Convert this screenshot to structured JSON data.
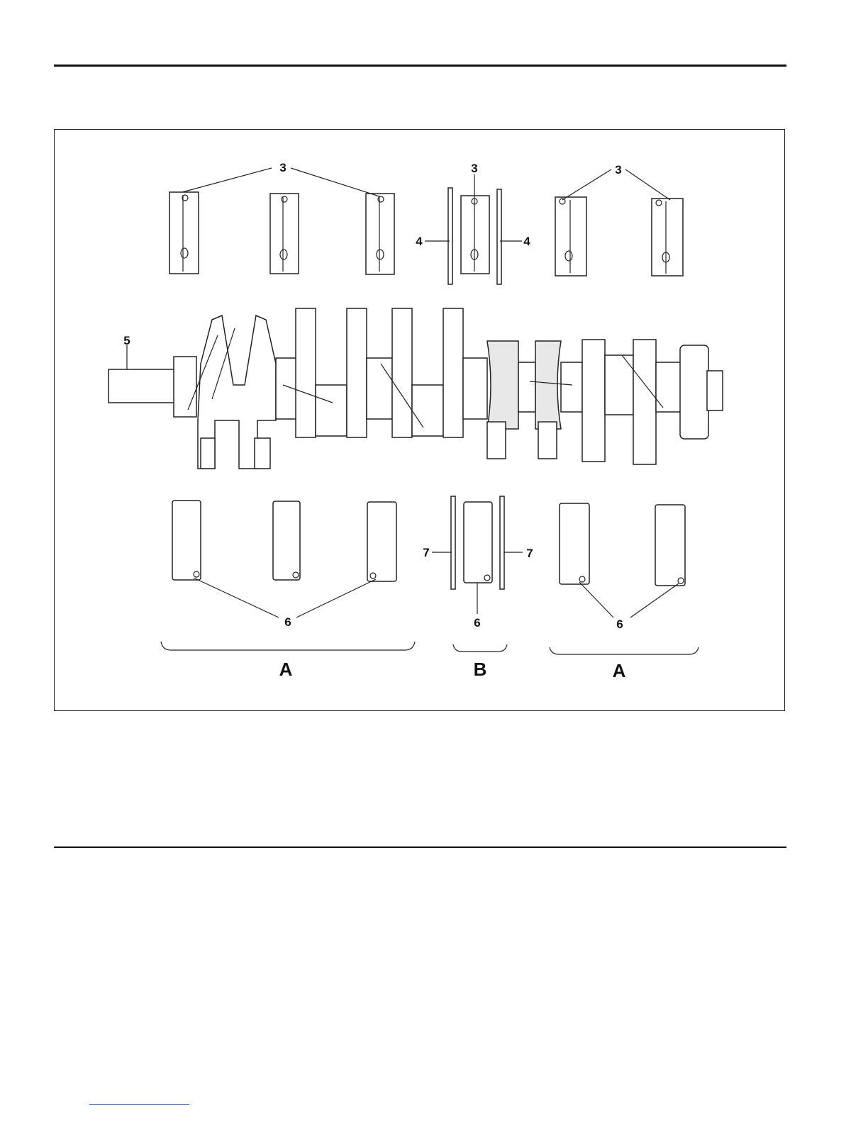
{
  "figure": {
    "callouts": {
      "upper_bearing": "3",
      "thrust_washer_upper": "4",
      "crankshaft": "5",
      "lower_bearing": "6",
      "thrust_washer_lower": "7"
    },
    "groups": {
      "left": "A",
      "center": "B",
      "right": "A"
    }
  }
}
